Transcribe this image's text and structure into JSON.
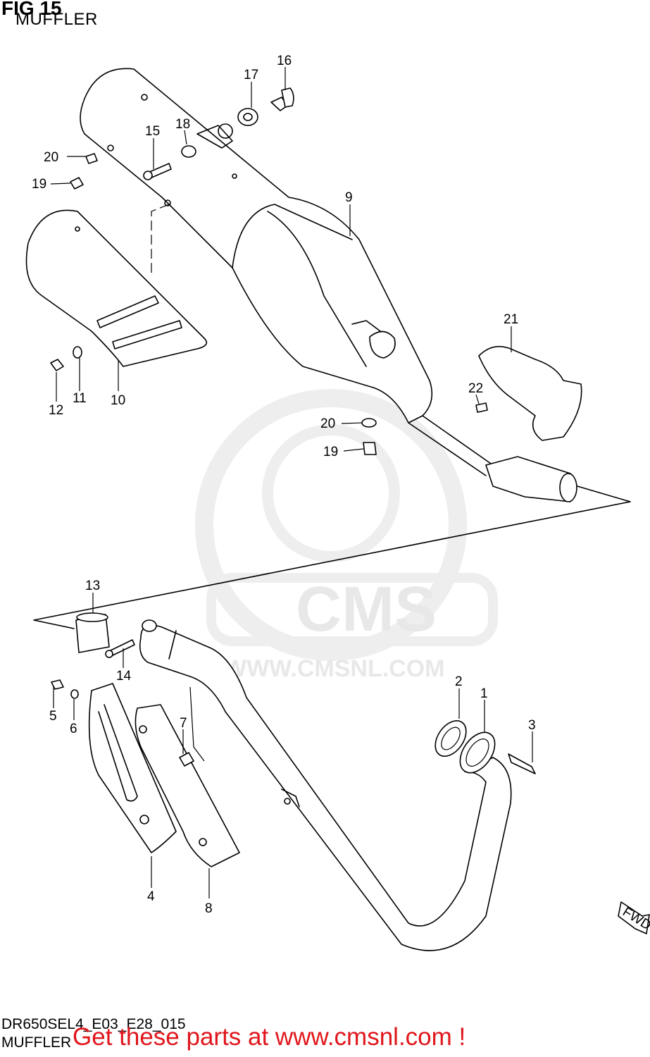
{
  "header": {
    "fig_label": "FIG 15",
    "section_title": "MUFFLER"
  },
  "watermark": {
    "brand": "CMS",
    "url": "WWW.CMSNL.COM"
  },
  "callouts": {
    "c1": "1",
    "c2": "2",
    "c3": "3",
    "c4": "4",
    "c5": "5",
    "c6": "6",
    "c7": "7",
    "c8": "8",
    "c9": "9",
    "c10": "10",
    "c11": "11",
    "c12": "12",
    "c13": "13",
    "c14": "14",
    "c15": "15",
    "c16": "16",
    "c17": "17",
    "c18": "18",
    "c19a": "19",
    "c19b": "19",
    "c20a": "20",
    "c20b": "20",
    "c21": "21",
    "c22": "22"
  },
  "direction_badge": "FWD",
  "footer": {
    "diagram_code": "DR650SEL4_E03_E28_015",
    "section_name": "MUFFLER",
    "promo_text": "Get these parts at www.cmsnl.com !"
  },
  "colors": {
    "line": "#000000",
    "promo": "#e0151b",
    "watermark": "#e8e8e8"
  }
}
